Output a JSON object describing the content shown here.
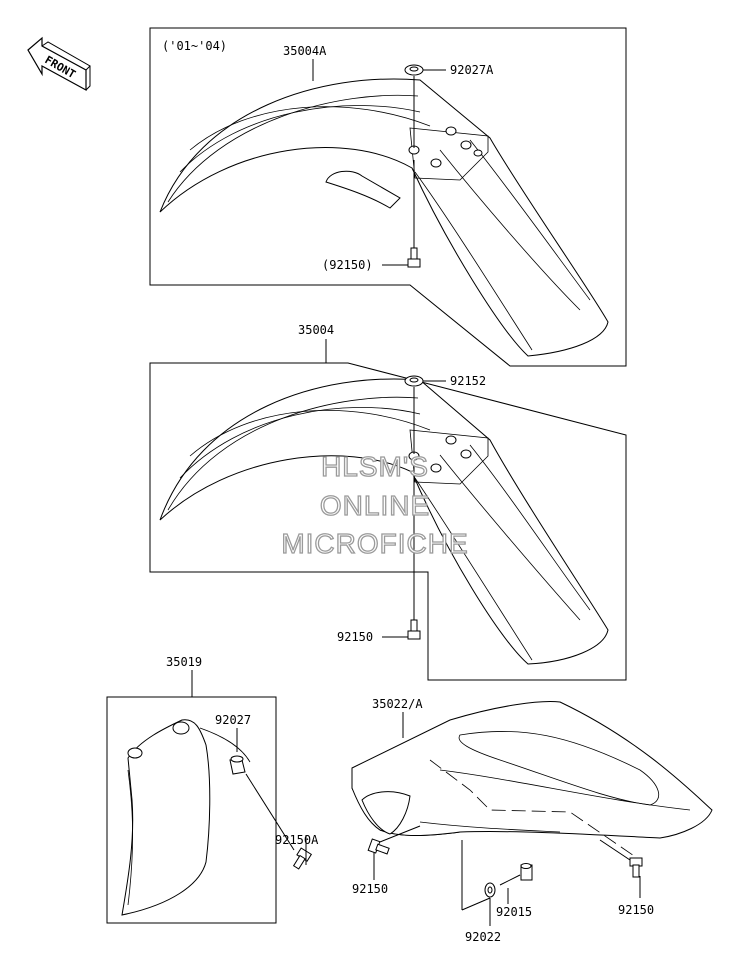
{
  "front_label": "FRONT",
  "groups": {
    "top": {
      "note": "('01~'04)",
      "fender_part": "35004A",
      "washer_part": "92027A",
      "bolt_part": "(92150)"
    },
    "middle": {
      "fender_part": "35004",
      "washer_part": "92152",
      "bolt_part": "92150"
    },
    "guard": {
      "guard_part": "35019",
      "washer_part": "92027",
      "bolt_part": "92150A"
    },
    "rear": {
      "fender_part": "35022/A",
      "bolt_left_part": "92150",
      "nut_part": "92015",
      "washer_part": "92022",
      "bolt_right_part": "92150"
    }
  },
  "watermark": {
    "line1": "HLSM'S",
    "line2": "ONLINE",
    "line3": "MICROFICHE"
  }
}
